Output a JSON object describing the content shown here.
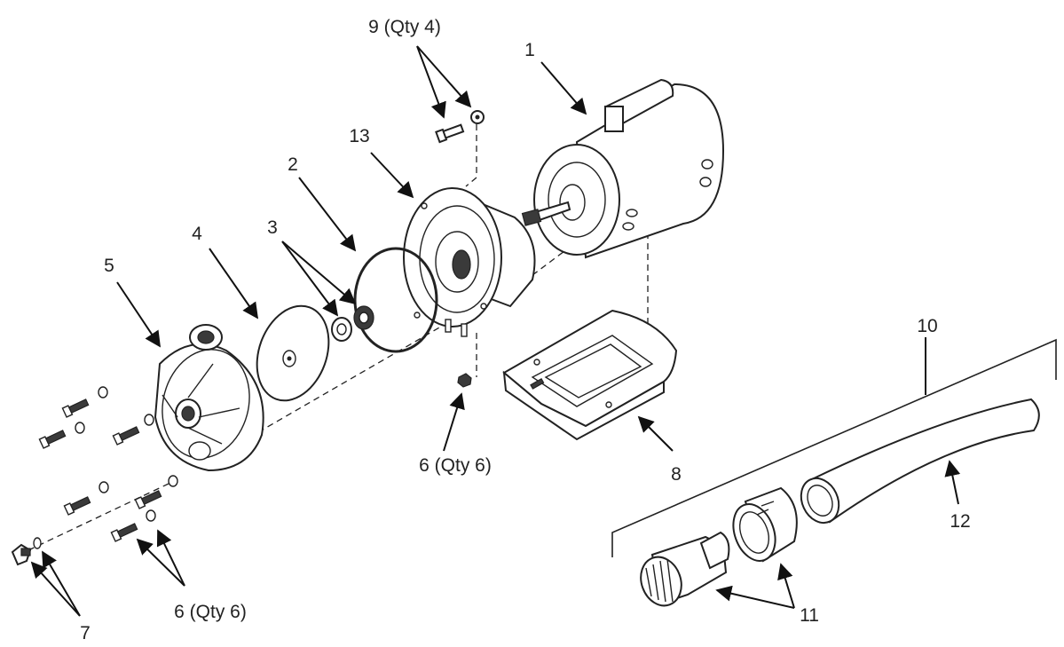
{
  "callouts": {
    "c1": "1",
    "c2": "2",
    "c3": "3",
    "c4": "4",
    "c5": "5",
    "c6_lower": "6 (Qty 6)",
    "c6_upper": "6 (Qty 6)",
    "c7": "7",
    "c8": "8",
    "c9": "9 (Qty 4)",
    "c10": "10",
    "c11": "11",
    "c12": "12",
    "c13": "13"
  },
  "colors": {
    "line": "#222222",
    "background": "#ffffff"
  }
}
